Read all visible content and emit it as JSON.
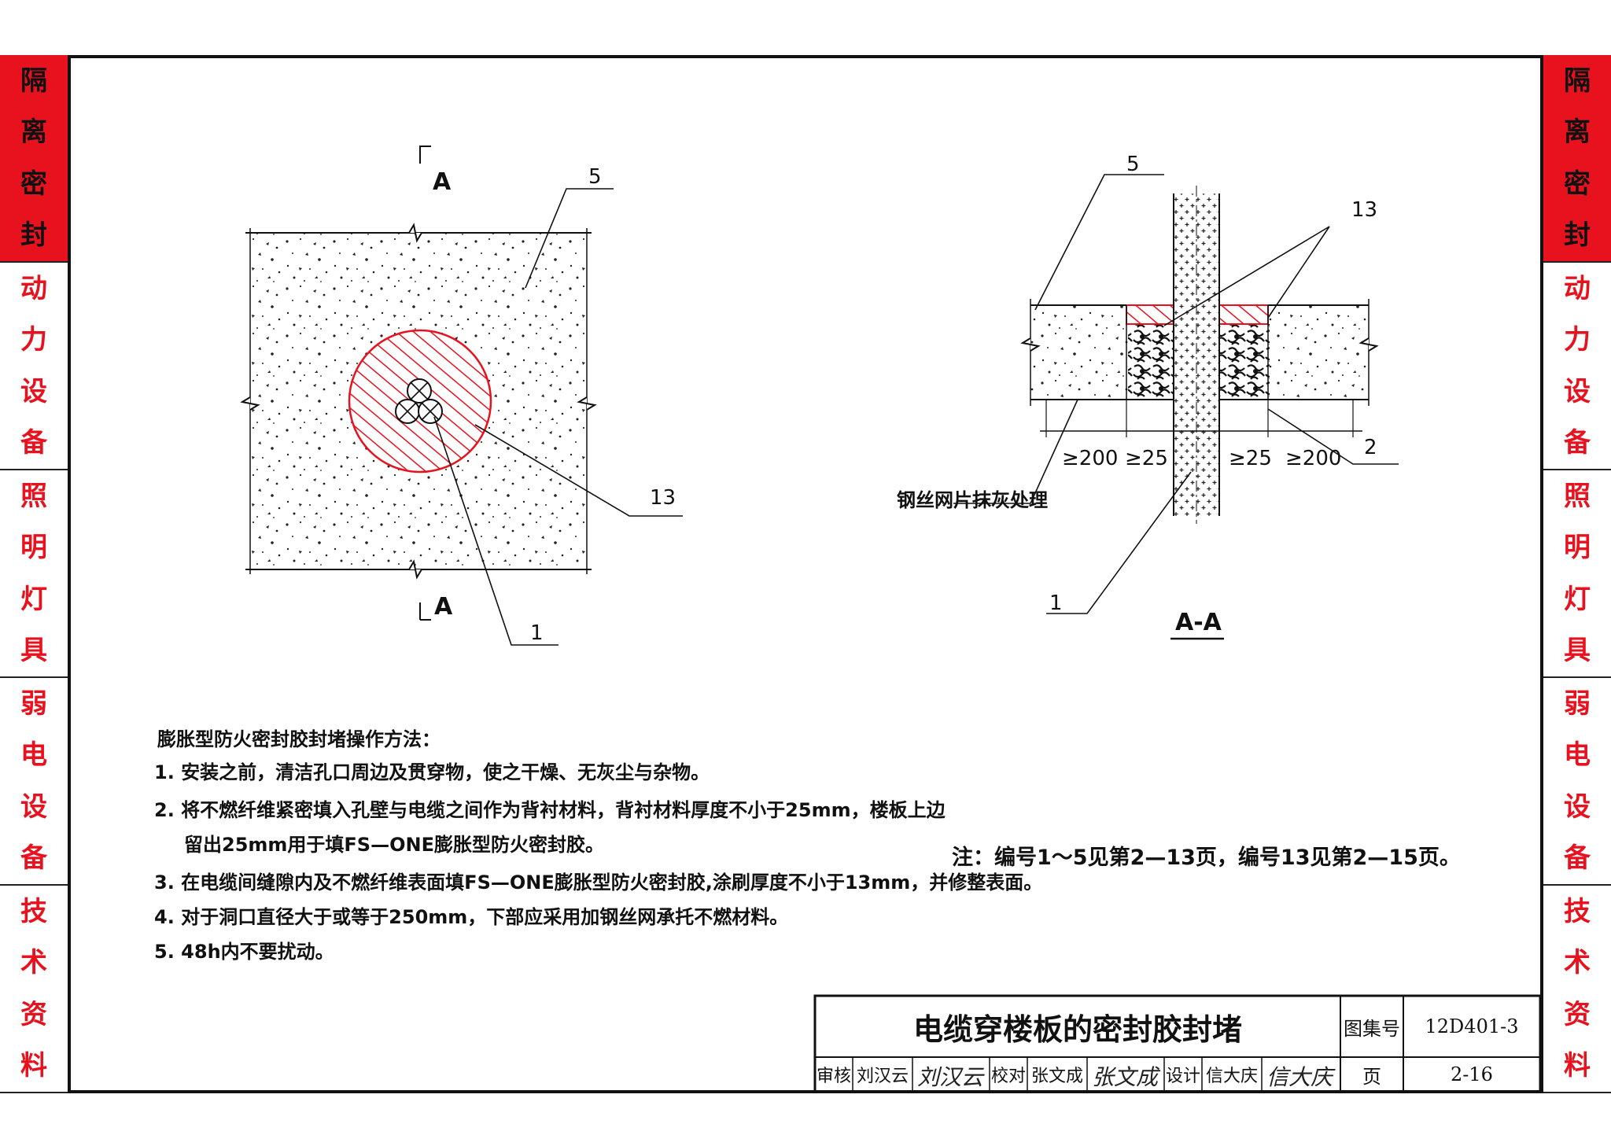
{
  "sidebar": {
    "sections": [
      {
        "text": "隔离密封",
        "active": true
      },
      {
        "text": "动力设备",
        "active": false
      },
      {
        "text": "照明灯具",
        "active": false
      },
      {
        "text": "弱电设备",
        "active": false
      },
      {
        "text": "技术资料",
        "active": false
      }
    ],
    "active_color": "#e8121f"
  },
  "plan": {
    "section_mark_top": "A",
    "section_mark_bottom": "A",
    "callouts": {
      "c5": "5",
      "c13": "13",
      "c1": "1"
    }
  },
  "section": {
    "title": "A-A",
    "callouts": {
      "c5": "5",
      "c13": "13",
      "c2": "2",
      "c1": "1"
    },
    "dims": [
      "≥200",
      "≥25",
      "≥25",
      "≥200"
    ],
    "mesh_label": "钢丝网片抹灰处理"
  },
  "notes": {
    "title": "膨胀型防火密封胶封堵操作方法：",
    "items": [
      "1. 安装之前，清洁孔口周边及贯穿物，使之干燥、无灰尘与杂物。",
      "2. 将不燃纤维紧密填入孔壁与电缆之间作为背衬材料，背衬材料厚度不小于25mm，楼板上边",
      "3. 在电缆间缝隙内及不燃纤维表面填FS—ONE膨胀型防火密封胶,涂刷厚度不小于13mm，并修整表面。",
      "4. 对于洞口直径大于或等于250mm，下部应采用加钢丝网承托不燃材料。",
      "5. 48h内不要扰动。"
    ],
    "item2_cont": "留出25mm用于填FS—ONE膨胀型防火密封胶。"
  },
  "ref_note": "注：编号1～5见第2—13页，编号13见第2—15页。",
  "title_block": {
    "title": "电缆穿楼板的密封胶封堵",
    "atlas_label": "图集号",
    "atlas_no": "12D401-3",
    "page_label": "页",
    "page_no": "2-16",
    "review_label": "审核",
    "review_name": "刘汉云",
    "review_sig": "刘汉云",
    "check_label": "校对",
    "check_name": "张文成",
    "check_sig": "张文成",
    "design_label": "设计",
    "design_name": "信大庆",
    "design_sig": "信大庆"
  }
}
